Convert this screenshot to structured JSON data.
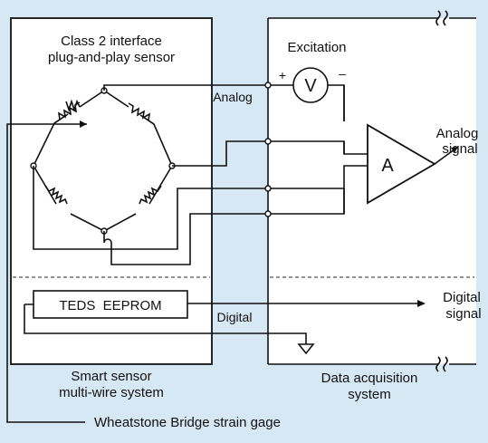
{
  "labels": {
    "sensor_box_title_1": "Class 2 interface",
    "sensor_box_title_2": "plug-and-play sensor",
    "excitation": "Excitation",
    "voltage_symbol": "V",
    "plus": "+",
    "minus": "–",
    "analog_line": "Analog",
    "amplifier": "A",
    "analog_signal_1": "Analog",
    "analog_signal_2": "signal",
    "teds": "TEDS  EEPROM",
    "digital_line": "Digital",
    "digital_signal_1": "Digital",
    "digital_signal_2": "signal",
    "smart_sensor_1": "Smart sensor",
    "smart_sensor_2": "multi-wire system",
    "daq_1": "Data acquisition",
    "daq_2": "system",
    "strain_gage": "Wheatstone Bridge strain gage"
  },
  "colors": {
    "background": "#d7e8f5",
    "box_fill": "#ffffff",
    "line": "#111111"
  }
}
